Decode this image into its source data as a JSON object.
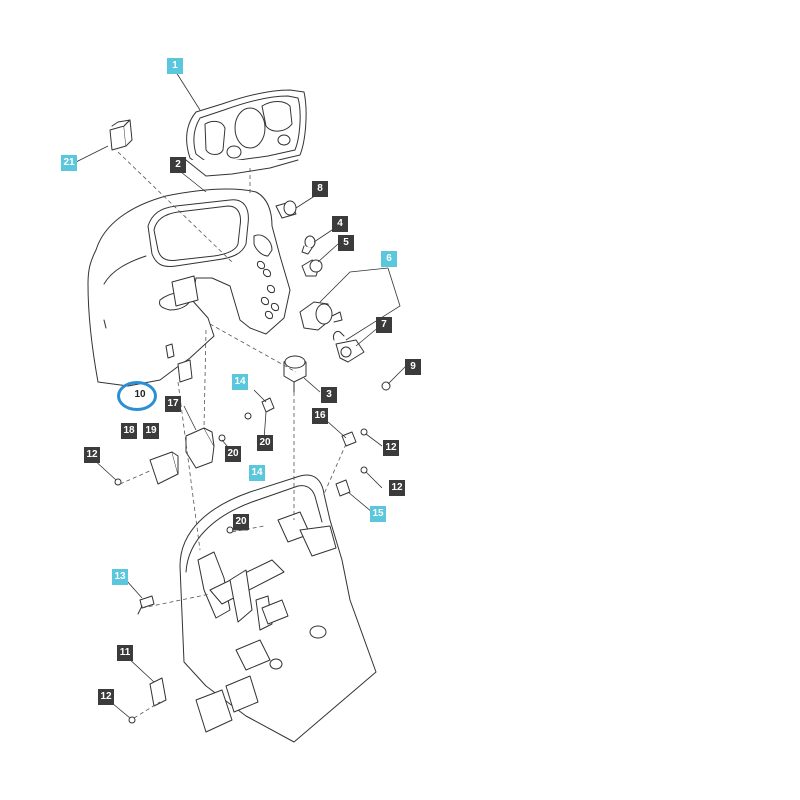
{
  "diagram": {
    "colors": {
      "callout_dark": "#3b3b3b",
      "callout_cyan": "#5bc7dc",
      "highlight_ring": "#2b8fd6",
      "line": "#333333"
    },
    "highlighted_part": "10",
    "callouts": [
      {
        "id": "c1",
        "label": "1",
        "style": "cyan"
      },
      {
        "id": "c2",
        "label": "2",
        "style": "dark"
      },
      {
        "id": "c3",
        "label": "3",
        "style": "dark"
      },
      {
        "id": "c4",
        "label": "4",
        "style": "dark"
      },
      {
        "id": "c5",
        "label": "5",
        "style": "dark"
      },
      {
        "id": "c6",
        "label": "6",
        "style": "cyan"
      },
      {
        "id": "c7",
        "label": "7",
        "style": "dark"
      },
      {
        "id": "c8",
        "label": "8",
        "style": "dark"
      },
      {
        "id": "c9",
        "label": "9",
        "style": "dark"
      },
      {
        "id": "c10",
        "label": "10",
        "style": "highlighted"
      },
      {
        "id": "c11",
        "label": "11",
        "style": "dark"
      },
      {
        "id": "c12a",
        "label": "12",
        "style": "dark"
      },
      {
        "id": "c12b",
        "label": "12",
        "style": "dark"
      },
      {
        "id": "c12c",
        "label": "12",
        "style": "dark"
      },
      {
        "id": "c12d",
        "label": "12",
        "style": "dark"
      },
      {
        "id": "c13",
        "label": "13",
        "style": "cyan"
      },
      {
        "id": "c14a",
        "label": "14",
        "style": "cyan"
      },
      {
        "id": "c14b",
        "label": "14",
        "style": "cyan"
      },
      {
        "id": "c15",
        "label": "15",
        "style": "cyan"
      },
      {
        "id": "c16",
        "label": "16",
        "style": "dark"
      },
      {
        "id": "c17",
        "label": "17",
        "style": "dark"
      },
      {
        "id": "c18",
        "label": "18",
        "style": "dark"
      },
      {
        "id": "c19",
        "label": "19",
        "style": "dark"
      },
      {
        "id": "c20a",
        "label": "20",
        "style": "dark"
      },
      {
        "id": "c20b",
        "label": "20",
        "style": "dark"
      },
      {
        "id": "c20c",
        "label": "20",
        "style": "dark"
      },
      {
        "id": "c21",
        "label": "21",
        "style": "cyan"
      }
    ]
  }
}
